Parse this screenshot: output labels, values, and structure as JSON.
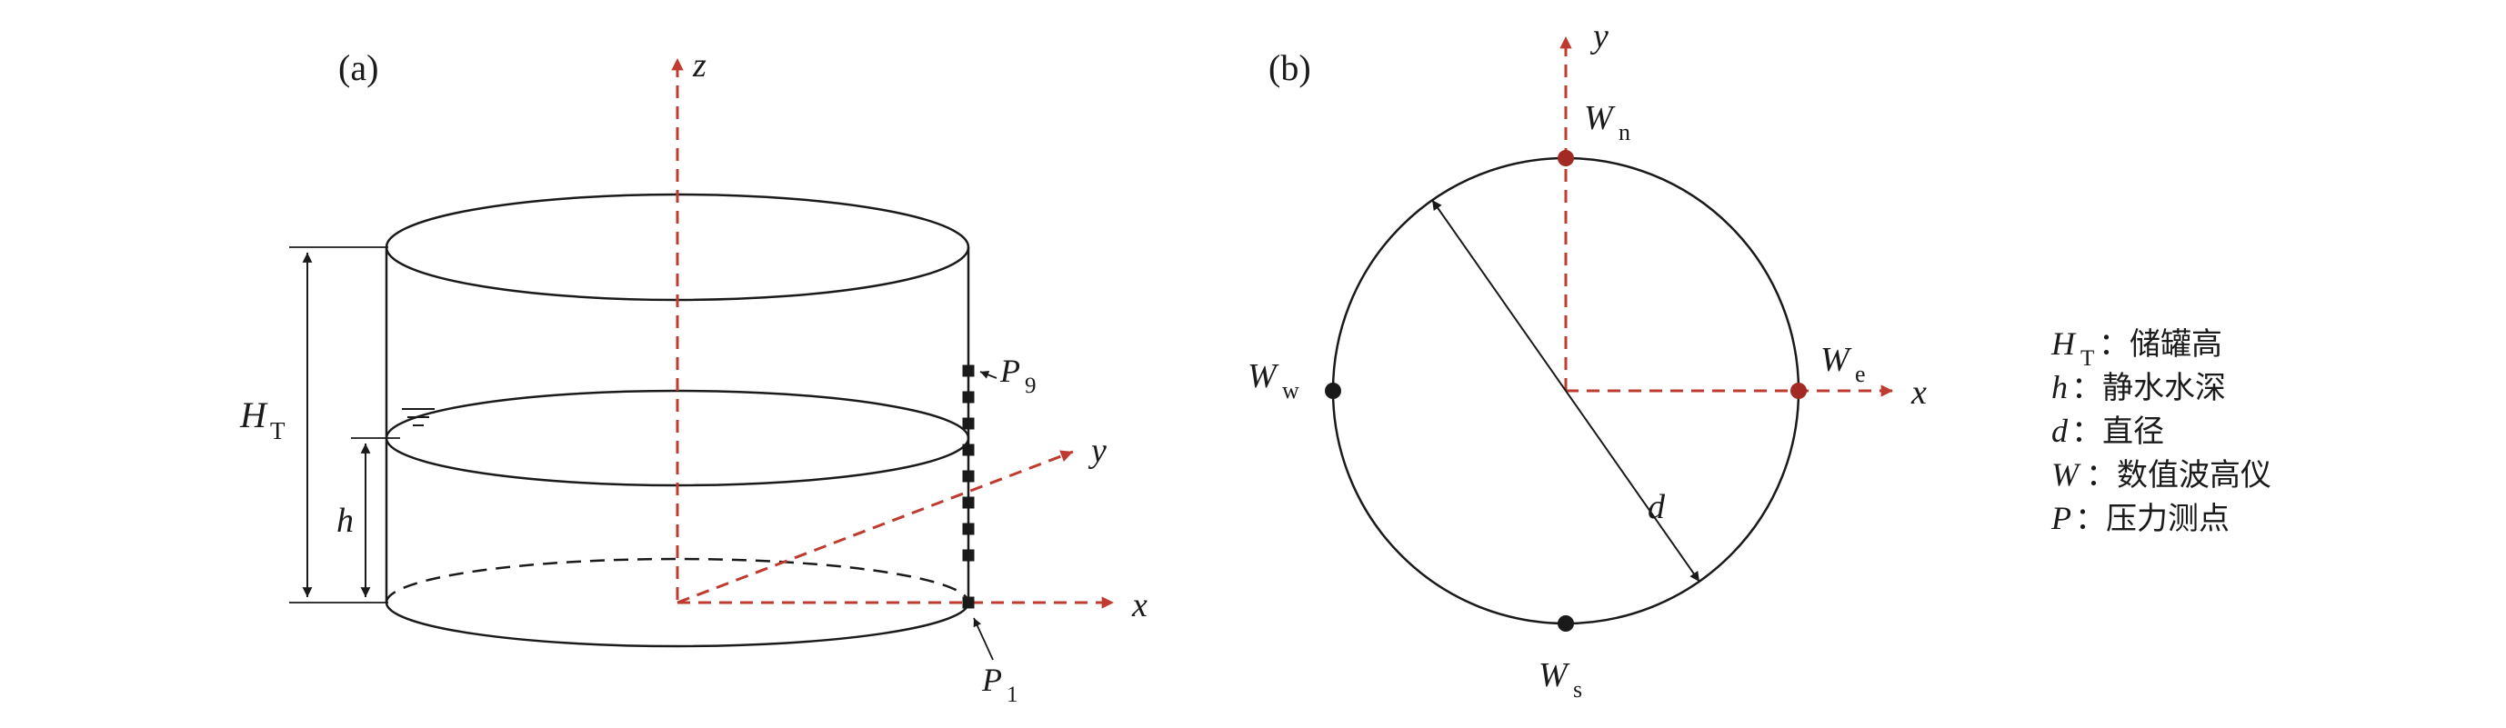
{
  "colors": {
    "ink": "#1a1a1a",
    "axis_red": "#bf3b2f",
    "gauge_dot_red": "#a32a22",
    "background": "#ffffff"
  },
  "panel_a": {
    "label": "(a)",
    "axes": {
      "x": "x",
      "y": "y",
      "z": "z"
    },
    "dimensions": {
      "tank_height_symbol": "H",
      "tank_height_sub": "T",
      "water_depth_symbol": "h"
    },
    "pressure_points": {
      "top_symbol": "P",
      "top_sub": "9",
      "bottom_symbol": "P",
      "bottom_sub": "1",
      "count": 9
    }
  },
  "panel_b": {
    "label": "(b)",
    "axes": {
      "x": "x",
      "y": "y"
    },
    "diameter_symbol": "d",
    "gauges": {
      "north": {
        "symbol": "W",
        "sub": "n"
      },
      "east": {
        "symbol": "W",
        "sub": "e"
      },
      "south": {
        "symbol": "W",
        "sub": "s"
      },
      "west": {
        "symbol": "W",
        "sub": "w"
      }
    }
  },
  "legend": {
    "items": [
      {
        "symbol": "H",
        "sub": "T",
        "desc": "：储罐高"
      },
      {
        "symbol": "h",
        "desc": "：静水水深"
      },
      {
        "symbol": "d",
        "desc": "：直径"
      },
      {
        "symbol": "W",
        "desc": "：数值波高仪"
      },
      {
        "symbol": "P",
        "desc": "：压力测点"
      }
    ]
  }
}
